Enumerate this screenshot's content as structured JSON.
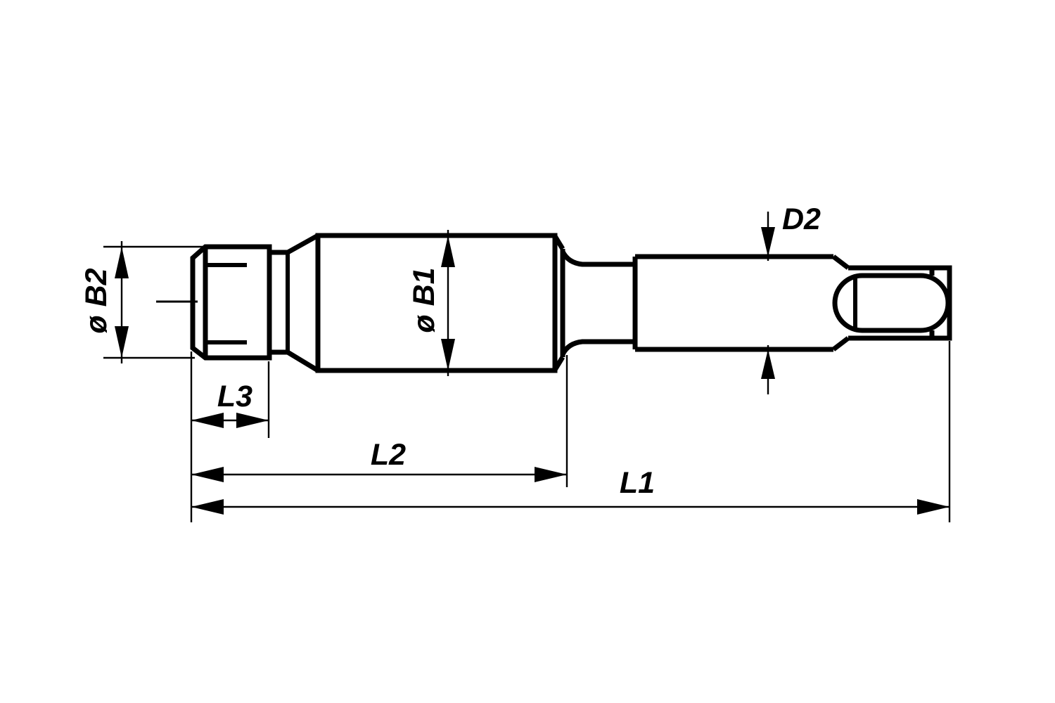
{
  "diagram": {
    "colors": {
      "background": "#ffffff",
      "line": "#000000"
    },
    "labels": {
      "dia_b2": "ø B2",
      "dia_b1": "ø B1",
      "d2": "D2",
      "l3": "L3",
      "l2": "L2",
      "l1": "L1"
    }
  }
}
